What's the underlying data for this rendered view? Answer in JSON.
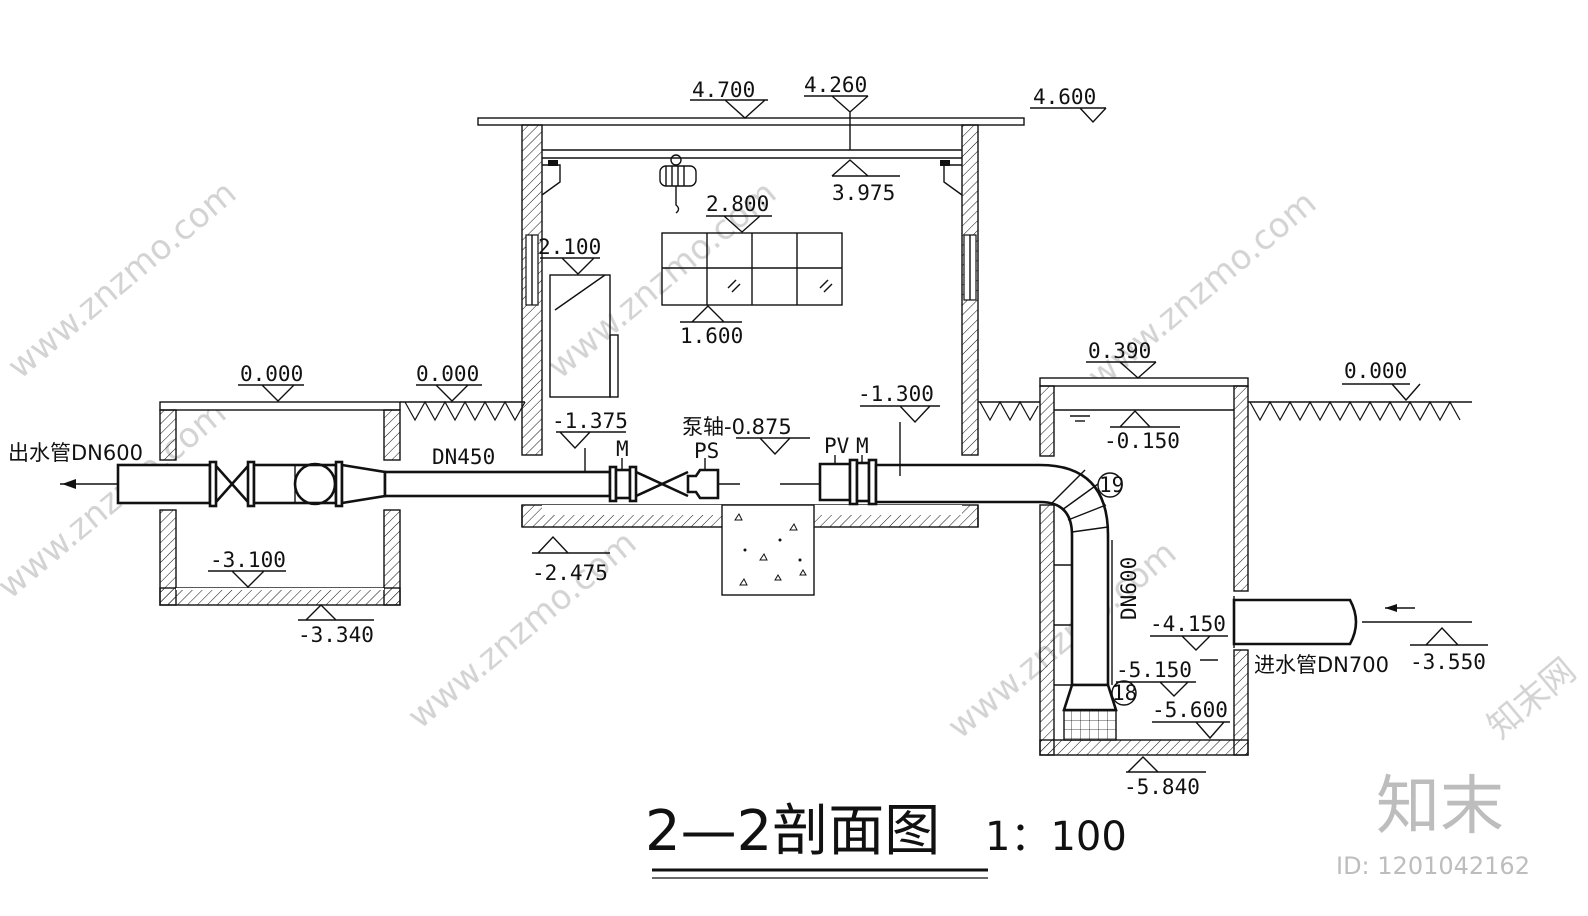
{
  "title": {
    "main": "2—2剖面图",
    "scale": "1：100"
  },
  "elevations": {
    "roof_top": "4.700",
    "crane_rail": "4.260",
    "parapet": "4.600",
    "crane_bottom": "3.975",
    "window_top": "2.800",
    "window_bottom": "1.600",
    "door_top": "2.100",
    "ground_left_a": "0.000",
    "ground_left_b": "0.000",
    "ground_right": "0.000",
    "wet_well_top": "0.390",
    "water_level": "-0.150",
    "outlet_axis": "-1.375",
    "pump_axis": "泵轴-0.875",
    "inlet_axis": "-1.300",
    "valve_pit_floor_top": "-3.100",
    "valve_pit_floor_bottom": "-3.340",
    "pump_room_floor": "-2.475",
    "inlet_pipe_invert": "-4.150",
    "bellmouth": "-5.150",
    "well_floor_top": "-5.600",
    "well_floor_bottom": "-5.840",
    "inlet_ground": "-3.550"
  },
  "pipes": {
    "outlet": "出水管DN600",
    "outlet_branch": "DN450",
    "suction": "DN600",
    "inlet": "进水管DN700"
  },
  "instruments": {
    "m1": "M",
    "ps": "PS",
    "pv": "PV",
    "m2": "M",
    "item19": "19",
    "item18": "18"
  },
  "watermarks": {
    "site": "www.znzmo.com",
    "brand_cn": "知末",
    "brand_net": "知末网"
  },
  "brand": {
    "logo": "知末",
    "id": "ID: 1201042162"
  },
  "colors": {
    "line": "#111111",
    "watermark": "#cfcfcf",
    "brand": "#bdbdbd"
  }
}
